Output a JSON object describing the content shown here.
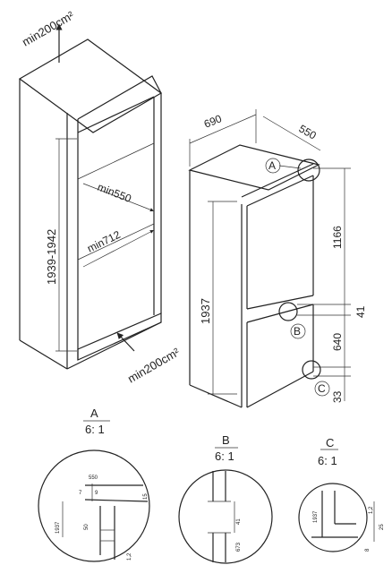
{
  "niche": {
    "vent_top": "min200cm²",
    "vent_bottom": "min200cm²",
    "height": "1939-1942",
    "depth": "min550",
    "width": "min712"
  },
  "fridge": {
    "width": "690",
    "depth": "550",
    "height": "1937",
    "upper_height": "1166",
    "gap": "41",
    "lower_height": "640",
    "bottom_gap": "33",
    "callouts": [
      "A",
      "B",
      "C"
    ]
  },
  "details": [
    {
      "letter": "A",
      "scale": "6: 1",
      "dims": [
        "550",
        "7",
        "9",
        "15",
        "1937",
        "50",
        "1,2"
      ]
    },
    {
      "letter": "B",
      "scale": "6: 1",
      "dims": [
        "41",
        "673"
      ]
    },
    {
      "letter": "C",
      "scale": "6: 1",
      "dims": [
        "1937",
        "1,2",
        "25",
        "8"
      ]
    }
  ]
}
